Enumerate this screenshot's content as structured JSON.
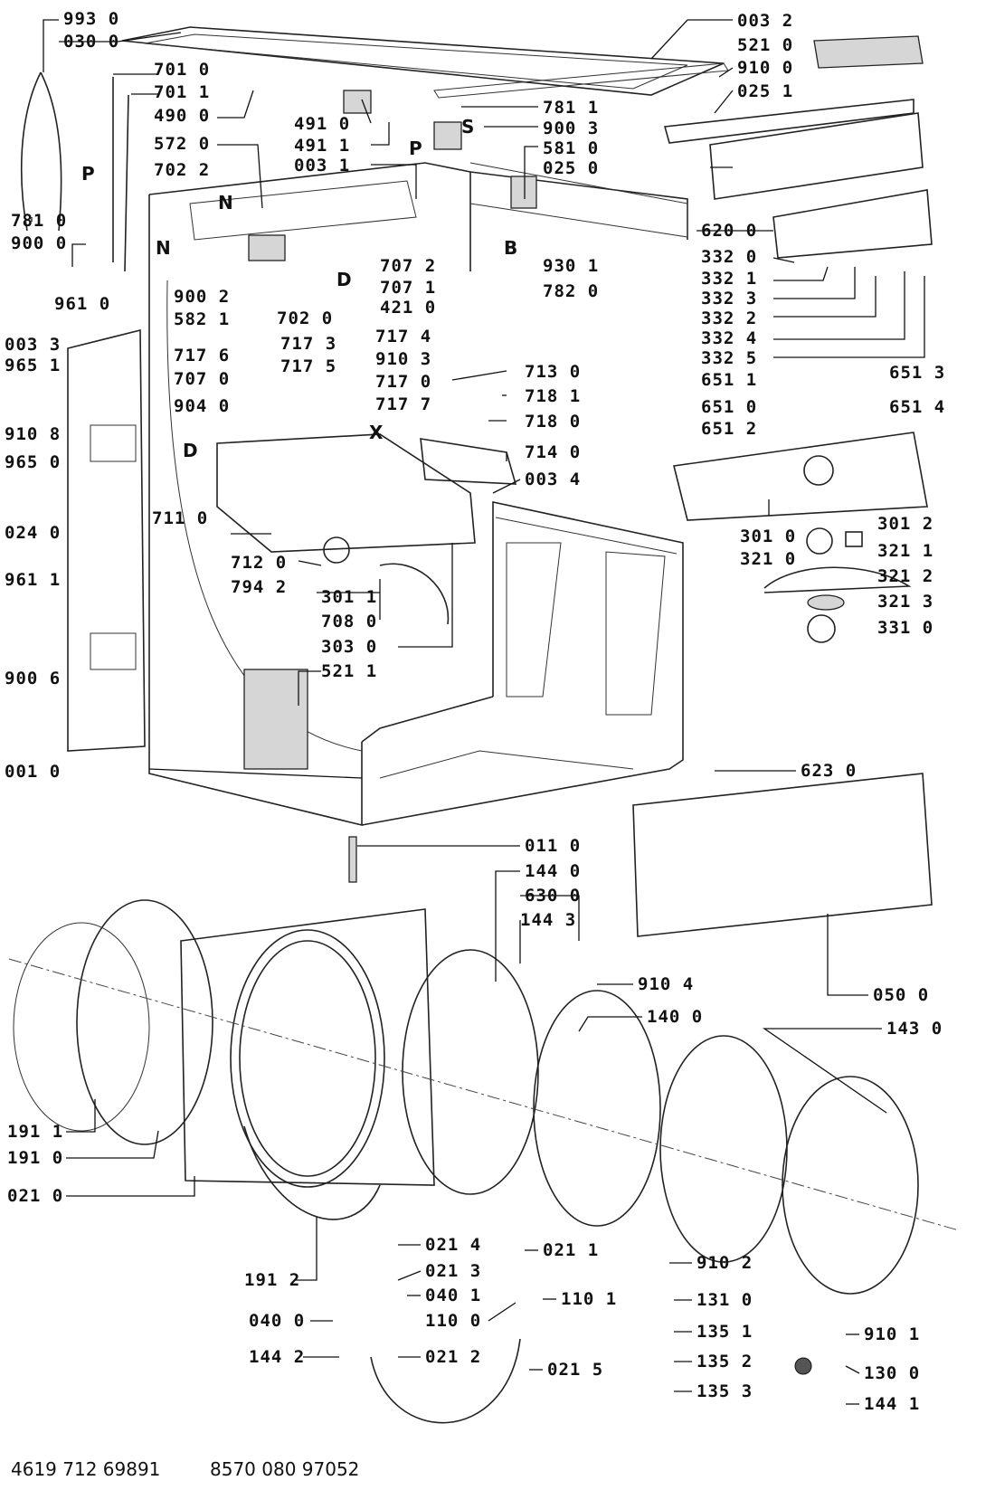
{
  "labels": {
    "p9930": "993 0",
    "p0300": "030 0",
    "p7010": "701 0",
    "p7011": "701 1",
    "p4900": "490 0",
    "p5720": "572 0",
    "p7022": "702 2",
    "p4910": "491 0",
    "p4911": "491 1",
    "p0031": "003 1",
    "p7811a": "781 1",
    "p9003": "900 3",
    "p5810": "581 0",
    "p0250": "025 0",
    "p0032": "003 2",
    "p5210": "521 0",
    "p9100": "910 0",
    "p0251": "025 1",
    "p7810": "781 0",
    "p9000": "900 0",
    "p9610": "961 0",
    "p6200": "620 0",
    "p3320": "332 0",
    "p3321": "332 1",
    "p3323": "332 3",
    "p3322": "332 2",
    "p3324": "332 4",
    "p3325": "332 5",
    "p6511": "651 1",
    "p6513": "651 3",
    "p6510": "651 0",
    "p6514": "651 4",
    "p6512": "651 2",
    "p9002": "900 2",
    "p5821": "582 1",
    "p7020": "702 0",
    "p7072": "707 2",
    "p7071": "707 1",
    "p4210": "421 0",
    "p9301": "930 1",
    "p7820": "782 0",
    "p0033": "003 3",
    "p9651": "965 1",
    "p9108": "910 8",
    "p9650": "965 0",
    "p0240": "024 0",
    "p9611": "961 1",
    "p9006": "900 6",
    "p0010": "001 0",
    "p7176": "717 6",
    "p7173": "717 3",
    "p7175": "717 5",
    "p7174": "717 4",
    "p9103": "910 3",
    "p7170": "717 0",
    "p7177": "717 7",
    "p7070": "707 0",
    "p9040": "904 0",
    "p7130": "713 0",
    "p7181": "718 1",
    "p7180": "718 0",
    "p7140": "714 0",
    "p0034": "003 4",
    "p7110": "711 0",
    "p7120": "712 0",
    "p7942": "794 2",
    "p3011": "301 1",
    "p7080": "708 0",
    "p3030": "303 0",
    "p5211": "521 1",
    "p3010": "301 0",
    "p3012": "301 2",
    "p3210": "321 0",
    "p3211": "321 1",
    "p3212": "321 2",
    "p3213": "321 3",
    "p3310": "331 0",
    "p6230": "623 0",
    "p0110": "011 0",
    "p1440": "144 0",
    "p6300": "630 0",
    "p1443": "144 3",
    "p9104": "910 4",
    "p0500": "050 0",
    "p1400": "140 0",
    "p1430": "143 0",
    "p1911": "191 1",
    "p1910": "191 0",
    "p0210": "021 0",
    "p1912": "191 2",
    "p0214": "021 4",
    "p0213": "021 3",
    "p0211": "021 1",
    "p0401": "040 1",
    "p1101": "110 1",
    "p0400": "040 0",
    "p1100": "110 0",
    "p1442": "144 2",
    "p0212": "021 2",
    "p0215": "021 5",
    "p9102": "910 2",
    "p1310": "131 0",
    "p1351": "135 1",
    "p1352": "135 2",
    "p1353": "135 3",
    "p9101": "910 1",
    "p1300": "130 0",
    "p1441": "144 1"
  },
  "letters": {
    "p1": "P",
    "s": "S",
    "p2": "P",
    "n1": "N",
    "n2": "N",
    "d1": "D",
    "b": "B",
    "x": "X",
    "d2": "D"
  },
  "footer": {
    "left_code": "4619 712 69891",
    "right_code": "8570 080 97052"
  }
}
